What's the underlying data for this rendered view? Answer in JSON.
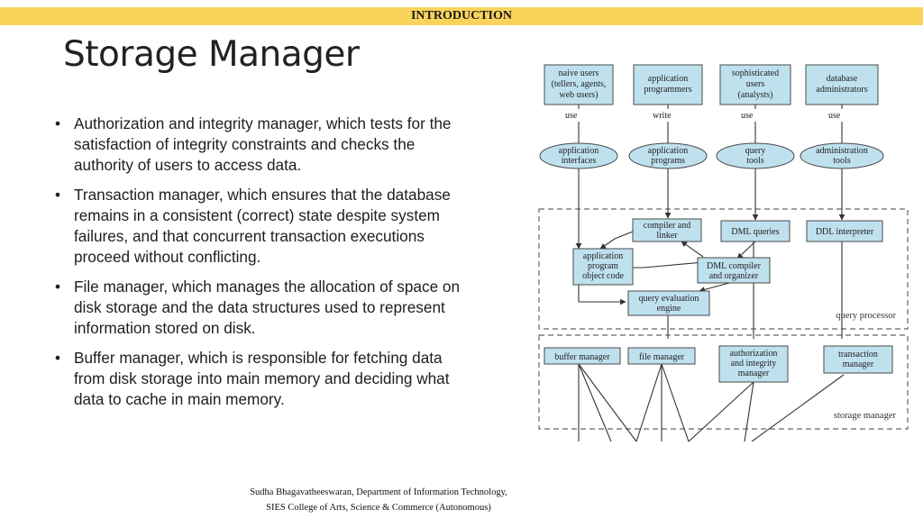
{
  "header": {
    "label": "INTRODUCTION"
  },
  "slide": {
    "title": "Storage Manager",
    "bullets": [
      {
        "lines": [
          "Authorization and integrity manager, which tests for the",
          "satisfaction of integrity constraints and checks the",
          "authority of users to access data."
        ]
      },
      {
        "lines": [
          "Transaction manager, which ensures that the database",
          "remains in a consistent (correct) state despite system",
          "failures, and that concurrent transaction executions",
          "proceed without conflicting."
        ]
      },
      {
        "lines": [
          "File manager, which manages the allocation of space on",
          "disk storage and the data structures used to represent",
          "information stored on disk."
        ]
      },
      {
        "lines": [
          "Buffer manager, which is responsible for fetching data",
          "from disk storage into main memory and deciding what",
          "data to cache in main memory."
        ]
      }
    ]
  },
  "diagram": {
    "users": [
      {
        "lines": [
          "naive users",
          "(tellers, agents,",
          "web users)"
        ]
      },
      {
        "lines": [
          "application",
          "programmers"
        ]
      },
      {
        "lines": [
          "sophisticated",
          "users",
          "(analysts)"
        ]
      },
      {
        "lines": [
          "database",
          "administrators"
        ]
      }
    ],
    "actions": [
      "use",
      "write",
      "use",
      "use"
    ],
    "tools": [
      {
        "lines": [
          "application",
          "interfaces"
        ]
      },
      {
        "lines": [
          "application",
          "programs"
        ]
      },
      {
        "lines": [
          "query",
          "tools"
        ]
      },
      {
        "lines": [
          "administration",
          "tools"
        ]
      }
    ],
    "query_processor": {
      "label": "query processor",
      "compiler_linker": [
        "compiler and",
        "linker"
      ],
      "dml_queries": [
        "DML queries"
      ],
      "ddl_interpreter": [
        "DDL interpreter"
      ],
      "app_object_code": [
        "application",
        "program",
        "object code"
      ],
      "dml_compiler": [
        "DML compiler",
        "and organizer"
      ],
      "query_eval": [
        "query evaluation",
        "engine"
      ]
    },
    "storage_manager": {
      "label": "storage manager",
      "buffer_manager": [
        "buffer manager"
      ],
      "file_manager": [
        "file manager"
      ],
      "auth_integrity": [
        "authorization",
        "and integrity",
        "manager"
      ],
      "transaction_manager": [
        "transaction",
        "manager"
      ]
    },
    "colors": {
      "box_fill": "#bfe1ee",
      "box_stroke": "#4a4a4a",
      "dashed": "#666666"
    }
  },
  "footer": {
    "line1": "Sudha Bhagavatheeswaran, Department of Information Technology,",
    "line2": "SIES College of Arts, Science & Commerce (Autonomous)"
  }
}
